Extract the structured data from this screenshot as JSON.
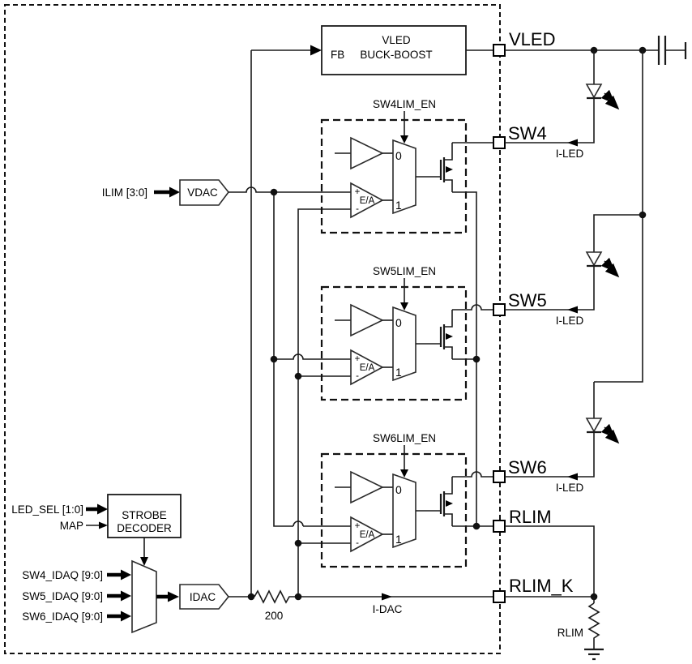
{
  "schematic": {
    "colors": {
      "ink": "#1a1a1a",
      "background": "#ffffff"
    },
    "chip": {
      "buck_boost": {
        "title": "VLED",
        "fb_pin": "FB",
        "name": "BUCK-BOOST"
      },
      "vdac_label": "VDAC",
      "idac_label": "IDAC",
      "strobe_decoder": {
        "line1": "STROBE",
        "line2": "DECODER"
      },
      "resistor_200": "200",
      "idac_current_label": "I-DAC"
    },
    "inputs": {
      "ilim": "ILIM [3:0]",
      "led_sel": "LED_SEL [1:0]",
      "map": "MAP",
      "sw4_idaq": "SW4_IDAQ [9:0]",
      "sw5_idaq": "SW5_IDAQ [9:0]",
      "sw6_idaq": "SW6_IDAQ [9:0]"
    },
    "channels": [
      {
        "enable": "SW4LIM_EN",
        "amp": "E/A",
        "plus": "+",
        "minus": "-",
        "mux0": "0",
        "mux1": "1",
        "pin": "SW4",
        "led_current": "I-LED"
      },
      {
        "enable": "SW5LIM_EN",
        "amp": "E/A",
        "plus": "+",
        "minus": "-",
        "mux0": "0",
        "mux1": "1",
        "pin": "SW5",
        "led_current": "I-LED"
      },
      {
        "enable": "SW6LIM_EN",
        "amp": "E/A",
        "plus": "+",
        "minus": "-",
        "mux0": "0",
        "mux1": "1",
        "pin": "SW6",
        "led_current": "I-LED"
      }
    ],
    "pins": {
      "vled": "VLED",
      "rlim": "RLIM",
      "rlim_k": "RLIM_K"
    },
    "external": {
      "rlim_resistor": "RLIM"
    }
  }
}
